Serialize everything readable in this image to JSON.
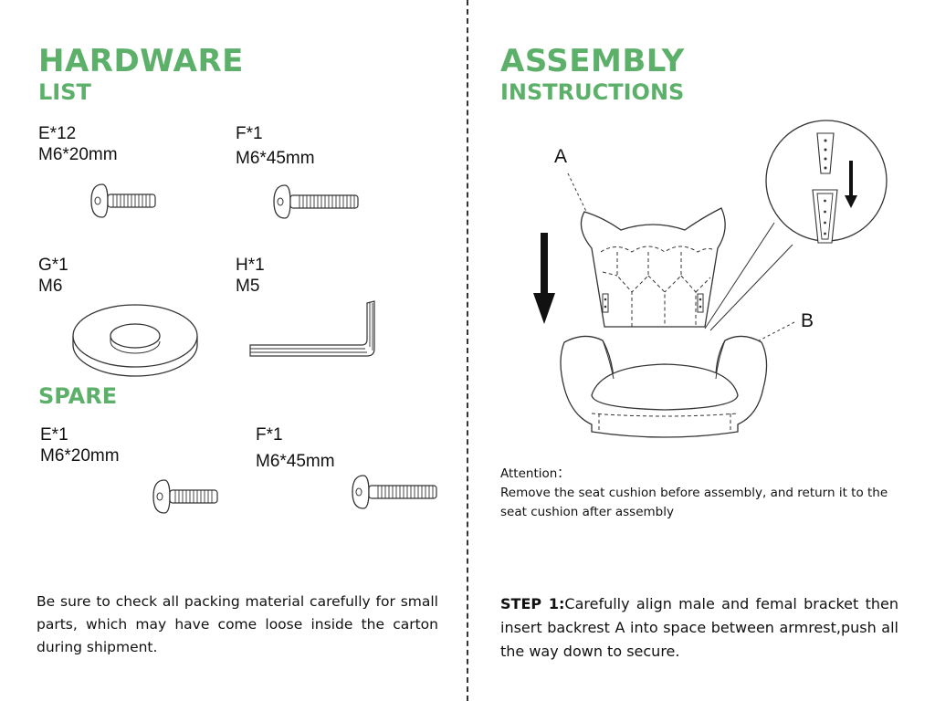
{
  "hardware": {
    "title": "HARDWARE",
    "subtitle": "LIST",
    "parts": [
      {
        "code": "E*12",
        "size": "M6*20mm"
      },
      {
        "code": "F*1",
        "size": "M6*45mm"
      },
      {
        "code": "G*1",
        "size": "M6"
      },
      {
        "code": "H*1",
        "size": "M5"
      }
    ]
  },
  "spare": {
    "title": "SPARE",
    "parts": [
      {
        "code": "E*1",
        "size": "M6*20mm"
      },
      {
        "code": "F*1",
        "size": "M6*45mm"
      }
    ]
  },
  "check_note": "Be sure to check all packing material carefully for small parts, which may have come loose inside the carton during shipment.",
  "assembly": {
    "title": "ASSEMBLY",
    "subtitle": "INSTRUCTIONS",
    "label_a": "A",
    "label_b": "B",
    "attention_title": "Attention：",
    "attention_text": "Remove the seat cushion before assembly, and return it to the seat cushion after assembly",
    "step_label": "STEP 1:",
    "step_text": "Carefully align male and femal bracket then insert backrest A into space between armrest,push all the way down to secure."
  },
  "colors": {
    "heading": "#5cb06a",
    "text": "#111111",
    "line": "#333333"
  },
  "icons": [
    "screw-short-icon",
    "screw-long-icon",
    "washer-icon",
    "allen-key-icon",
    "chair-backrest-icon",
    "chair-seat-icon",
    "bracket-detail-icon",
    "down-arrow-icon"
  ]
}
